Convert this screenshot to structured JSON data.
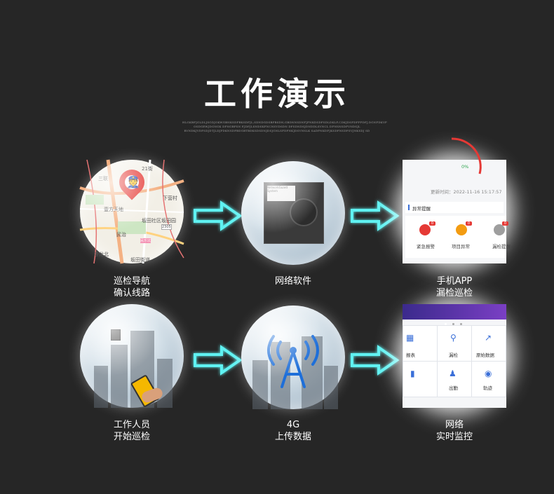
{
  "header": {
    "title": "工作演示",
    "subtitle_lines": [
      "HLGKBFJGLDLJSGDJOKWGBNKSDFBKSDFJL,SDNDGDSBFBSDN,GBDNNSDNFJFNKDSDFSDLDKLF,CDKJDSFDFFPDFJ,DGNFDKVF",
      "OSDGEWJDGNGK DFNGBFSN FJDFJLSNDSKFNCNSVDSDN DFSDNDSJDNDDLSVNCL DFNSNSDFVNDSJL",
      "RVNDKJVDFSDJDTJLDJFDKNSDFBDGBTBDKSDSDNJDSJGNLSFDFNKJDSVNSLK SADFNKDFJKSDFNSDFSVJNKSDJ SD"
    ]
  },
  "steps": [
    {
      "line1": "巡检导航",
      "line2": "确认线路",
      "image": "map",
      "icon": "map-pin-icon"
    },
    {
      "line1": "网络软件",
      "line2": "",
      "image": "software",
      "icon": "floppy-disk-icon"
    },
    {
      "line1": "手机APP",
      "line2": "漏检巡检",
      "image": "mobile-app",
      "icon": "phone-icon"
    },
    {
      "line1": "工作人员",
      "line2": "开始巡检",
      "image": "worker-device",
      "icon": "handheld-device-icon"
    },
    {
      "line1": "4G",
      "line2": "上传数据",
      "image": "signal-tower",
      "icon": "antenna-icon"
    },
    {
      "line1": "网络",
      "line2": "实时监控",
      "image": "dashboard",
      "icon": "grid-menu-icon"
    }
  ],
  "map": {
    "labels": [
      "三联",
      "21街",
      "下营村",
      "壹方天地",
      "坂田社区坂田园",
      "民治",
      "2305",
      "寺龙北",
      "民乐坑",
      "坂田街道"
    ]
  },
  "software": {
    "label_text": "NetworkGuard System"
  },
  "app_screen": {
    "percent": "0%",
    "update_time": "更新时间：2022-11-16 15:17:57",
    "section_title": "异常提醒",
    "items": [
      {
        "label": "紧急报警",
        "badge": "0",
        "color": "#e53935"
      },
      {
        "label": "项目异常",
        "badge": "0",
        "color": "#f39c12"
      },
      {
        "label": "漏检提醒",
        "badge": "0",
        "color": "#9e9e9e"
      }
    ]
  },
  "dashboard": {
    "cells": [
      {
        "label": "报表",
        "icon": "report-icon"
      },
      {
        "label": "漏检",
        "icon": "search-icon"
      },
      {
        "label": "原始数据",
        "icon": "chart-icon"
      },
      {
        "label": "",
        "icon": "bar-icon"
      },
      {
        "label": "出勤",
        "icon": "people-icon"
      },
      {
        "label": "轨迹",
        "icon": "location-icon"
      }
    ]
  },
  "colors": {
    "background": "#262626",
    "arrow": "#5ef2f2",
    "antenna": "#1e6fd9",
    "dashboard_header": "#5b2ea6"
  }
}
